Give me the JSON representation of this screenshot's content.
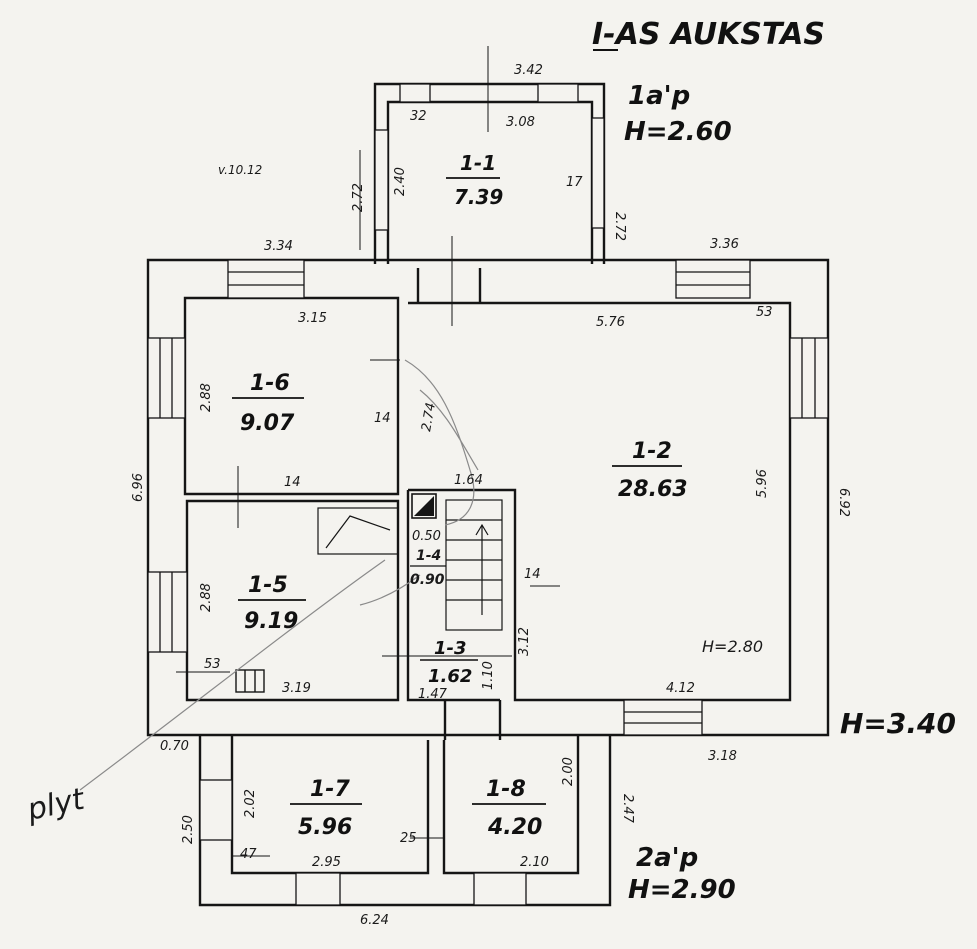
{
  "header": {
    "title": "I-AS AUKSTAS",
    "note": "v.10.12"
  },
  "annex_top": {
    "name": "1a'p",
    "height": "H=2.60"
  },
  "annex_bottom": {
    "name": "2a'p",
    "height": "H=2.90"
  },
  "main_height": "H=3.40",
  "pencil_note": "plyt",
  "rooms": [
    {
      "id": "1-1",
      "area": "7.39"
    },
    {
      "id": "1-2",
      "area": "28.63",
      "height": "H=2.80"
    },
    {
      "id": "1-3",
      "area": "1.62"
    },
    {
      "id": "1-4",
      "area": "0.90"
    },
    {
      "id": "1-5",
      "area": "9.19"
    },
    {
      "id": "1-6",
      "area": "9.07"
    },
    {
      "id": "1-7",
      "area": "5.96"
    },
    {
      "id": "1-8",
      "area": "4.20"
    }
  ],
  "dims": {
    "d_342": "3.42",
    "d_308": "3.08",
    "d_32": "32",
    "d_17": "17",
    "d_272a": "2.72",
    "d_240": "2.40",
    "d_272b": "2.72",
    "d_334": "3.34",
    "d_336": "3.36",
    "d_315": "3.15",
    "d_576": "5.76",
    "d_53a": "53",
    "d_288a": "2.88",
    "d_14a": "14",
    "d_274": "2.74",
    "d_696": "6.96",
    "d_692": "6.92",
    "d_596": "5.96",
    "d_14b": "14",
    "d_164": "1.64",
    "d_050": "0.50",
    "d_288b": "2.88",
    "d_14c": "14",
    "d_312": "3.12",
    "d_53b": "53",
    "d_319": "3.19",
    "d_147": "1.47",
    "d_110": "1.10",
    "d_412": "4.12",
    "d_070": "0.70",
    "d_318": "3.18",
    "d_202": "2.02",
    "d_200": "2.00",
    "d_247": "2.47",
    "d_250": "2.50",
    "d_25": "25",
    "d_47": "47",
    "d_295": "2.95",
    "d_210": "2.10",
    "d_624": "6.24"
  }
}
